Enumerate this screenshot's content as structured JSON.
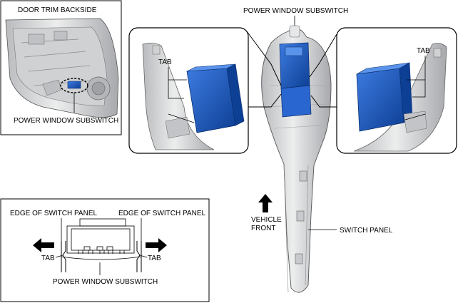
{
  "panels": {
    "door_trim": {
      "title": "DOOR TRIM BACKSIDE",
      "callout": "POWER WINDOW SUBSWITCH"
    },
    "main": {
      "subswitch_label": "POWER WINDOW SUBSWITCH",
      "tab_left": "TAB",
      "tab_right": "TAB",
      "vehicle_front_line1": "VEHICLE",
      "vehicle_front_line2": "FRONT",
      "switch_panel": "SWITCH PANEL"
    },
    "cross_section": {
      "edge_left": "EDGE OF SWITCH PANEL",
      "edge_right": "EDGE OF SWITCH PANEL",
      "tab_left": "TAB",
      "tab_right": "TAB",
      "subswitch": "POWER WINDOW SUBSWITCH"
    }
  },
  "colors": {
    "switch_blue": "#1f5fc4",
    "switch_blue_dark": "#0d3f94",
    "panel_gray": "#d9dadc",
    "panel_gray_dark": "#9a9ca0",
    "line": "#000000"
  }
}
